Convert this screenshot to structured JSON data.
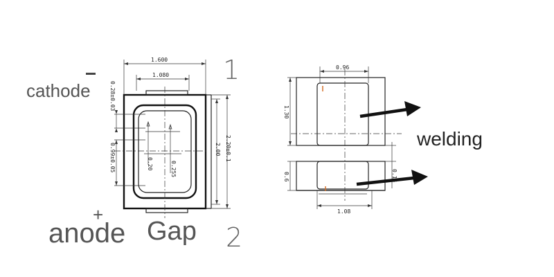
{
  "left_view": {
    "labels": {
      "cathode": "cathode",
      "cathode_sign": "-",
      "anode": "anode",
      "anode_sign": "+",
      "gap": "Gap",
      "pin1": "1",
      "pin2": "2"
    },
    "dimensions": {
      "outer_width": "1.600",
      "inner_width": "1.080",
      "body_height": "2.00",
      "total_height": "2.20±0.1",
      "upper_pad": "0.28±0.03",
      "lower_pad": "0.99±0.05",
      "center_offset": "0.20",
      "center_offset_2": "0.255"
    }
  },
  "right_view": {
    "labels": {
      "welding": "welding"
    },
    "dimensions": {
      "top_width": "0.96",
      "bottom_width": "1.08",
      "upper_height": "1.30",
      "lower_height": "0.6",
      "gap_height": "0.15"
    }
  }
}
